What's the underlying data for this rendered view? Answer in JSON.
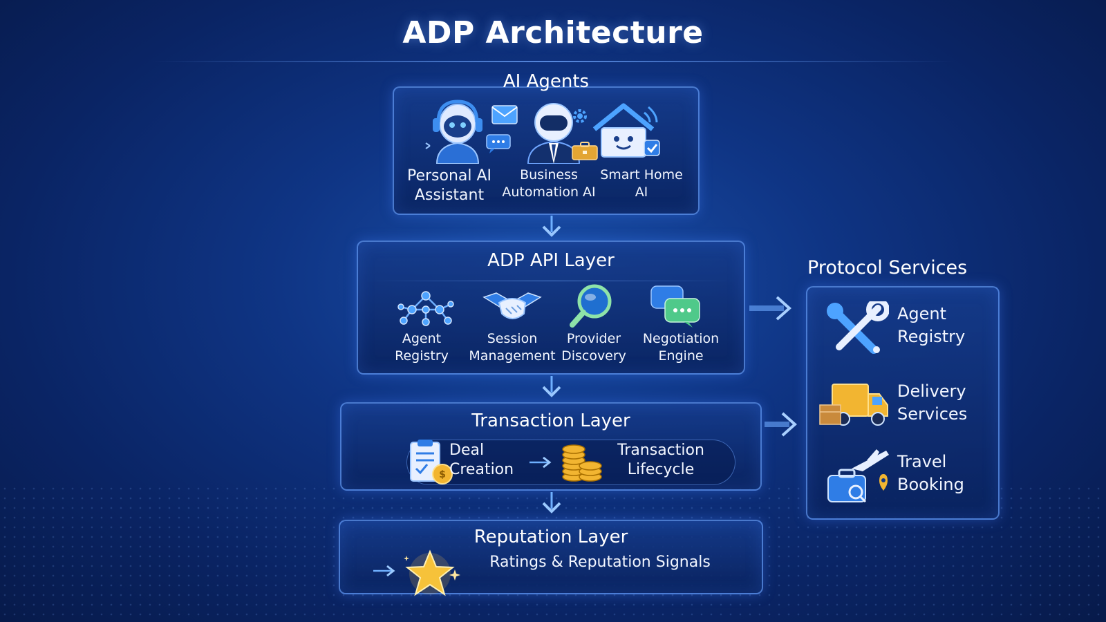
{
  "title": "ADP Architecture",
  "colors": {
    "background": "#0f3585",
    "panel_border": "#5f96f0",
    "icon_blue": "#3d8ef0",
    "gold": "#f2b531"
  },
  "ai_agents": {
    "title": "AI Agents",
    "items": [
      {
        "icon": "robot-headset-icon",
        "label_lines": [
          "Personal AI",
          "Assistant"
        ]
      },
      {
        "icon": "business-robot-icon",
        "label_lines": [
          "Business",
          "Automation AI"
        ]
      },
      {
        "icon": "smart-home-icon",
        "label_lines": [
          "Smart Home",
          "AI"
        ]
      }
    ]
  },
  "api_layer": {
    "title": "ADP API Layer",
    "items": [
      {
        "icon": "network-nodes-icon",
        "label_lines": [
          "Agent",
          "Registry"
        ]
      },
      {
        "icon": "handshake-icon",
        "label_lines": [
          "Session",
          "Management"
        ]
      },
      {
        "icon": "magnifier-icon",
        "label_lines": [
          "Provider",
          "Discovery"
        ]
      },
      {
        "icon": "chat-bubbles-icon",
        "label_lines": [
          "Negotiation",
          "Engine"
        ]
      }
    ]
  },
  "transaction_layer": {
    "title": "Transaction Layer",
    "items": [
      {
        "icon": "clipboard-coin-icon",
        "label_lines": [
          "Deal",
          "Creation"
        ]
      },
      {
        "icon": "coin-stack-icon",
        "label_lines": [
          "Transaction",
          "Lifecycle"
        ]
      }
    ]
  },
  "reputation_layer": {
    "title": "Reputation Layer",
    "icon": "star-icon",
    "label": "Ratings & Reputation Signals"
  },
  "protocol_services": {
    "title": "Protocol Services",
    "items": [
      {
        "icon": "wrench-icon",
        "label_lines": [
          "Agent",
          "Registry"
        ]
      },
      {
        "icon": "delivery-truck-icon",
        "label_lines": [
          "Delivery",
          "Services"
        ]
      },
      {
        "icon": "travel-luggage-icon",
        "label_lines": [
          "Travel",
          "Booking"
        ]
      }
    ]
  }
}
